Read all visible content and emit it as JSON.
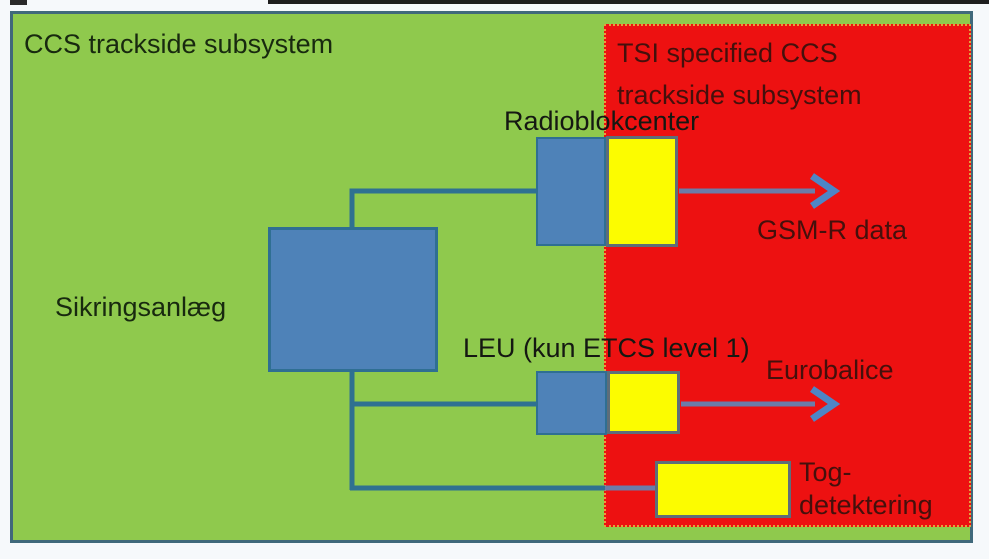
{
  "diagram": {
    "outer_region": {
      "label": "CCS trackside subsystem"
    },
    "tsi_region": {
      "label": "TSI specified CCS\ntrackside subsystem"
    },
    "nodes": {
      "sikringsanlaeg": {
        "label": "Sikringsanlæg"
      },
      "radioblokcenter": {
        "label": "Radioblokcenter"
      },
      "leu": {
        "label": "LEU (kun ETCS level 1)"
      },
      "tog_detektering": {
        "label": "Tog-\ndetektering"
      }
    },
    "interfaces": {
      "gsmr": {
        "label": "GSM-R data"
      },
      "eurobalice": {
        "label": "Eurobalice"
      }
    },
    "colors": {
      "region_green": "#8fc94d",
      "region_green_border": "#40697b",
      "tsi_red": "#ed1111",
      "tsi_dotted_border": "#e2a43c",
      "node_blue": "#4e82b8",
      "node_blue_border": "#2f6f92",
      "node_yellow": "#fcfc00",
      "node_yellow_border": "#5e6d79",
      "wire_teal": "#2f7191",
      "wire_muted": "#6c7ca8",
      "arrowhead_blue": "#4d86c6"
    }
  }
}
